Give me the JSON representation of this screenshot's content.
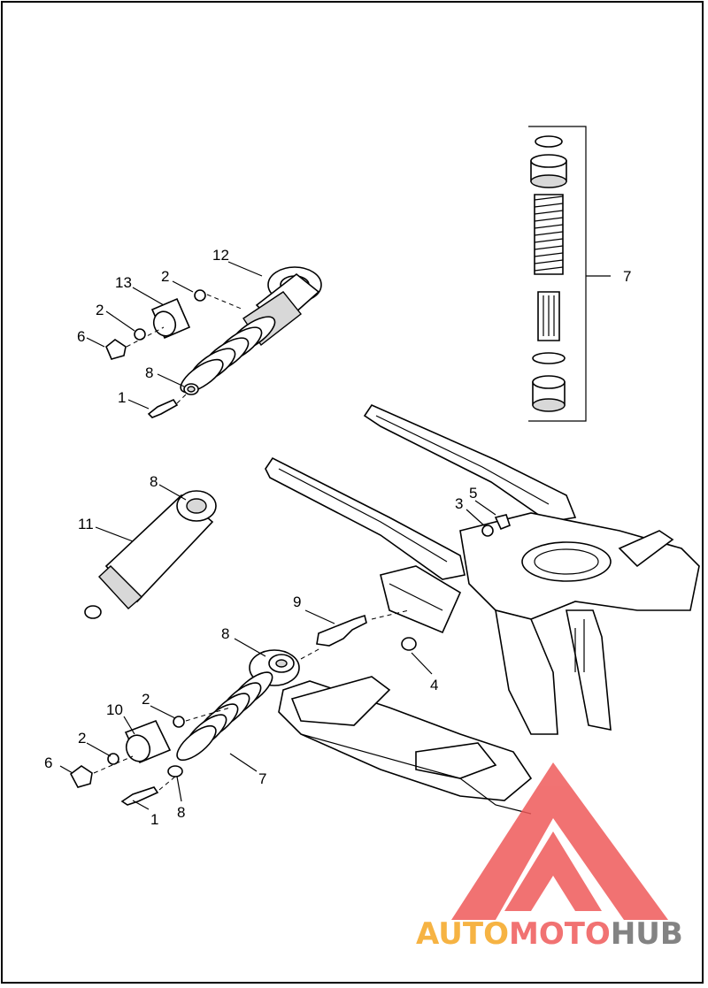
{
  "callouts": {
    "c12": "12",
    "c13": "13",
    "c2a": "2",
    "c2b": "2",
    "c6a": "6",
    "c8a": "8",
    "c1a": "1",
    "c8b": "8",
    "c11": "11",
    "c3": "3",
    "c5": "5",
    "c9": "9",
    "c4": "4",
    "c8c": "8",
    "c2c": "2",
    "c10": "10",
    "c2d": "2",
    "c6b": "6",
    "c7a": "7",
    "c1b": "1",
    "c8d": "8",
    "c7b": "7"
  },
  "watermark": {
    "part1": "AUTO",
    "part2": "MOTO",
    "part3": "HUB",
    "color_orange": "#f5a623",
    "color_red": "#ef5a5a",
    "color_gray": "#6e6e6e"
  }
}
